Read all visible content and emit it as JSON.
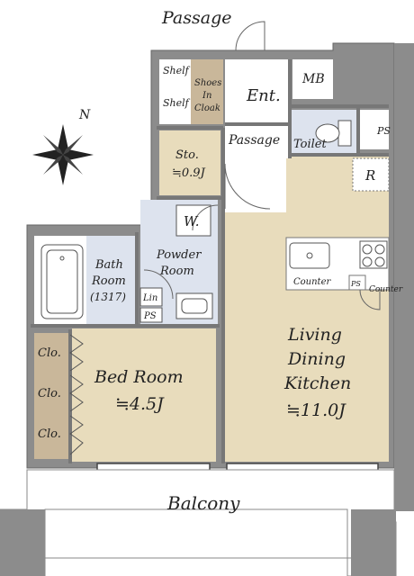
{
  "colors": {
    "wall": "#8c8c8c",
    "living": "#e8dcbc",
    "wet": "#dde3ee",
    "closet": "#c9b79a",
    "outline": "#555555"
  },
  "labels": {
    "passage_top": "Passage",
    "shelf1": "Shelf",
    "shelf2": "Shelf",
    "shoes_line1": "Shoes",
    "shoes_line2": "In",
    "shoes_line3": "Cloak",
    "entrance": "Ent.",
    "mb": "MB",
    "passage_inner": "Passage",
    "toilet": "Toilet",
    "ps_top": "PS",
    "sto_line1": "Sto.",
    "sto_line2": "≒0.9J",
    "refrigerator": "R",
    "washer": "W.",
    "bath_line1": "Bath",
    "bath_line2": "Room",
    "bath_line3": "(1317)",
    "powder_line1": "Powder",
    "powder_line2": "Room",
    "lin": "Lin",
    "ps_bath": "PS",
    "counter1": "Counter",
    "ps_kitchen": "PS",
    "counter2": "Counter",
    "closet1": "Clo.",
    "closet2": "Clo.",
    "closet3": "Clo.",
    "bedroom_line1": "Bed Room",
    "bedroom_line2": "≒4.5J",
    "ldk_line1": "Living",
    "ldk_line2": "Dining",
    "ldk_line3": "Kitchen",
    "ldk_line4": "≒11.0J",
    "balcony": "Balcony",
    "compass": "N"
  }
}
